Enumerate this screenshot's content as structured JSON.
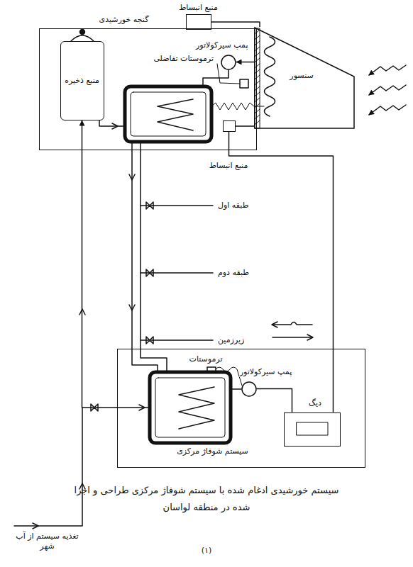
{
  "diagram": {
    "caption": "سیستم خورشیدی ادغام شده با سیستم شوفاژ مرکزی طراحی و اجرا شده در منطقه لواسان",
    "nodes": [
      {
        "text": [
          "گنجه خورشیدی"
        ]
      },
      {
        "text": [
          "منبع انبساط"
        ]
      },
      {
        "text": [
          "منبع ذخیره"
        ],
        "in": 0
      },
      {
        "text": [
          "پمپ سیرکولاتور"
        ],
        "in": 0
      },
      {
        "text": [
          "سنسور"
        ]
      },
      {
        "text": [
          "منبع انبساط"
        ],
        "in": 0
      },
      {
        "text": [
          "سیستم شوفاژ مرکزی"
        ]
      },
      {
        "text": [
          "پمپ سیرکولاتور"
        ],
        "in": 6
      },
      {
        "text": [
          "دیگ"
        ],
        "in": 6
      }
    ],
    "edges": [
      {
        "from": 4,
        "to": 3,
        "arrow": "to"
      },
      {
        "from": 1,
        "to": 4,
        "arrow": "none"
      },
      {
        "from": 5,
        "to": 8,
        "arrow": "none"
      },
      {
        "from": 7,
        "to": 8,
        "arrow": "none"
      },
      {
        "from": 6,
        "to": 2,
        "arrow": "to"
      }
    ],
    "labels": [
      "ترموستات تفاضلی",
      "طبقه اول",
      "طبقه دوم",
      "زیرزمین",
      "ترموستات",
      "تغذیه سیستم از آب شهر",
      "(۱)"
    ]
  }
}
